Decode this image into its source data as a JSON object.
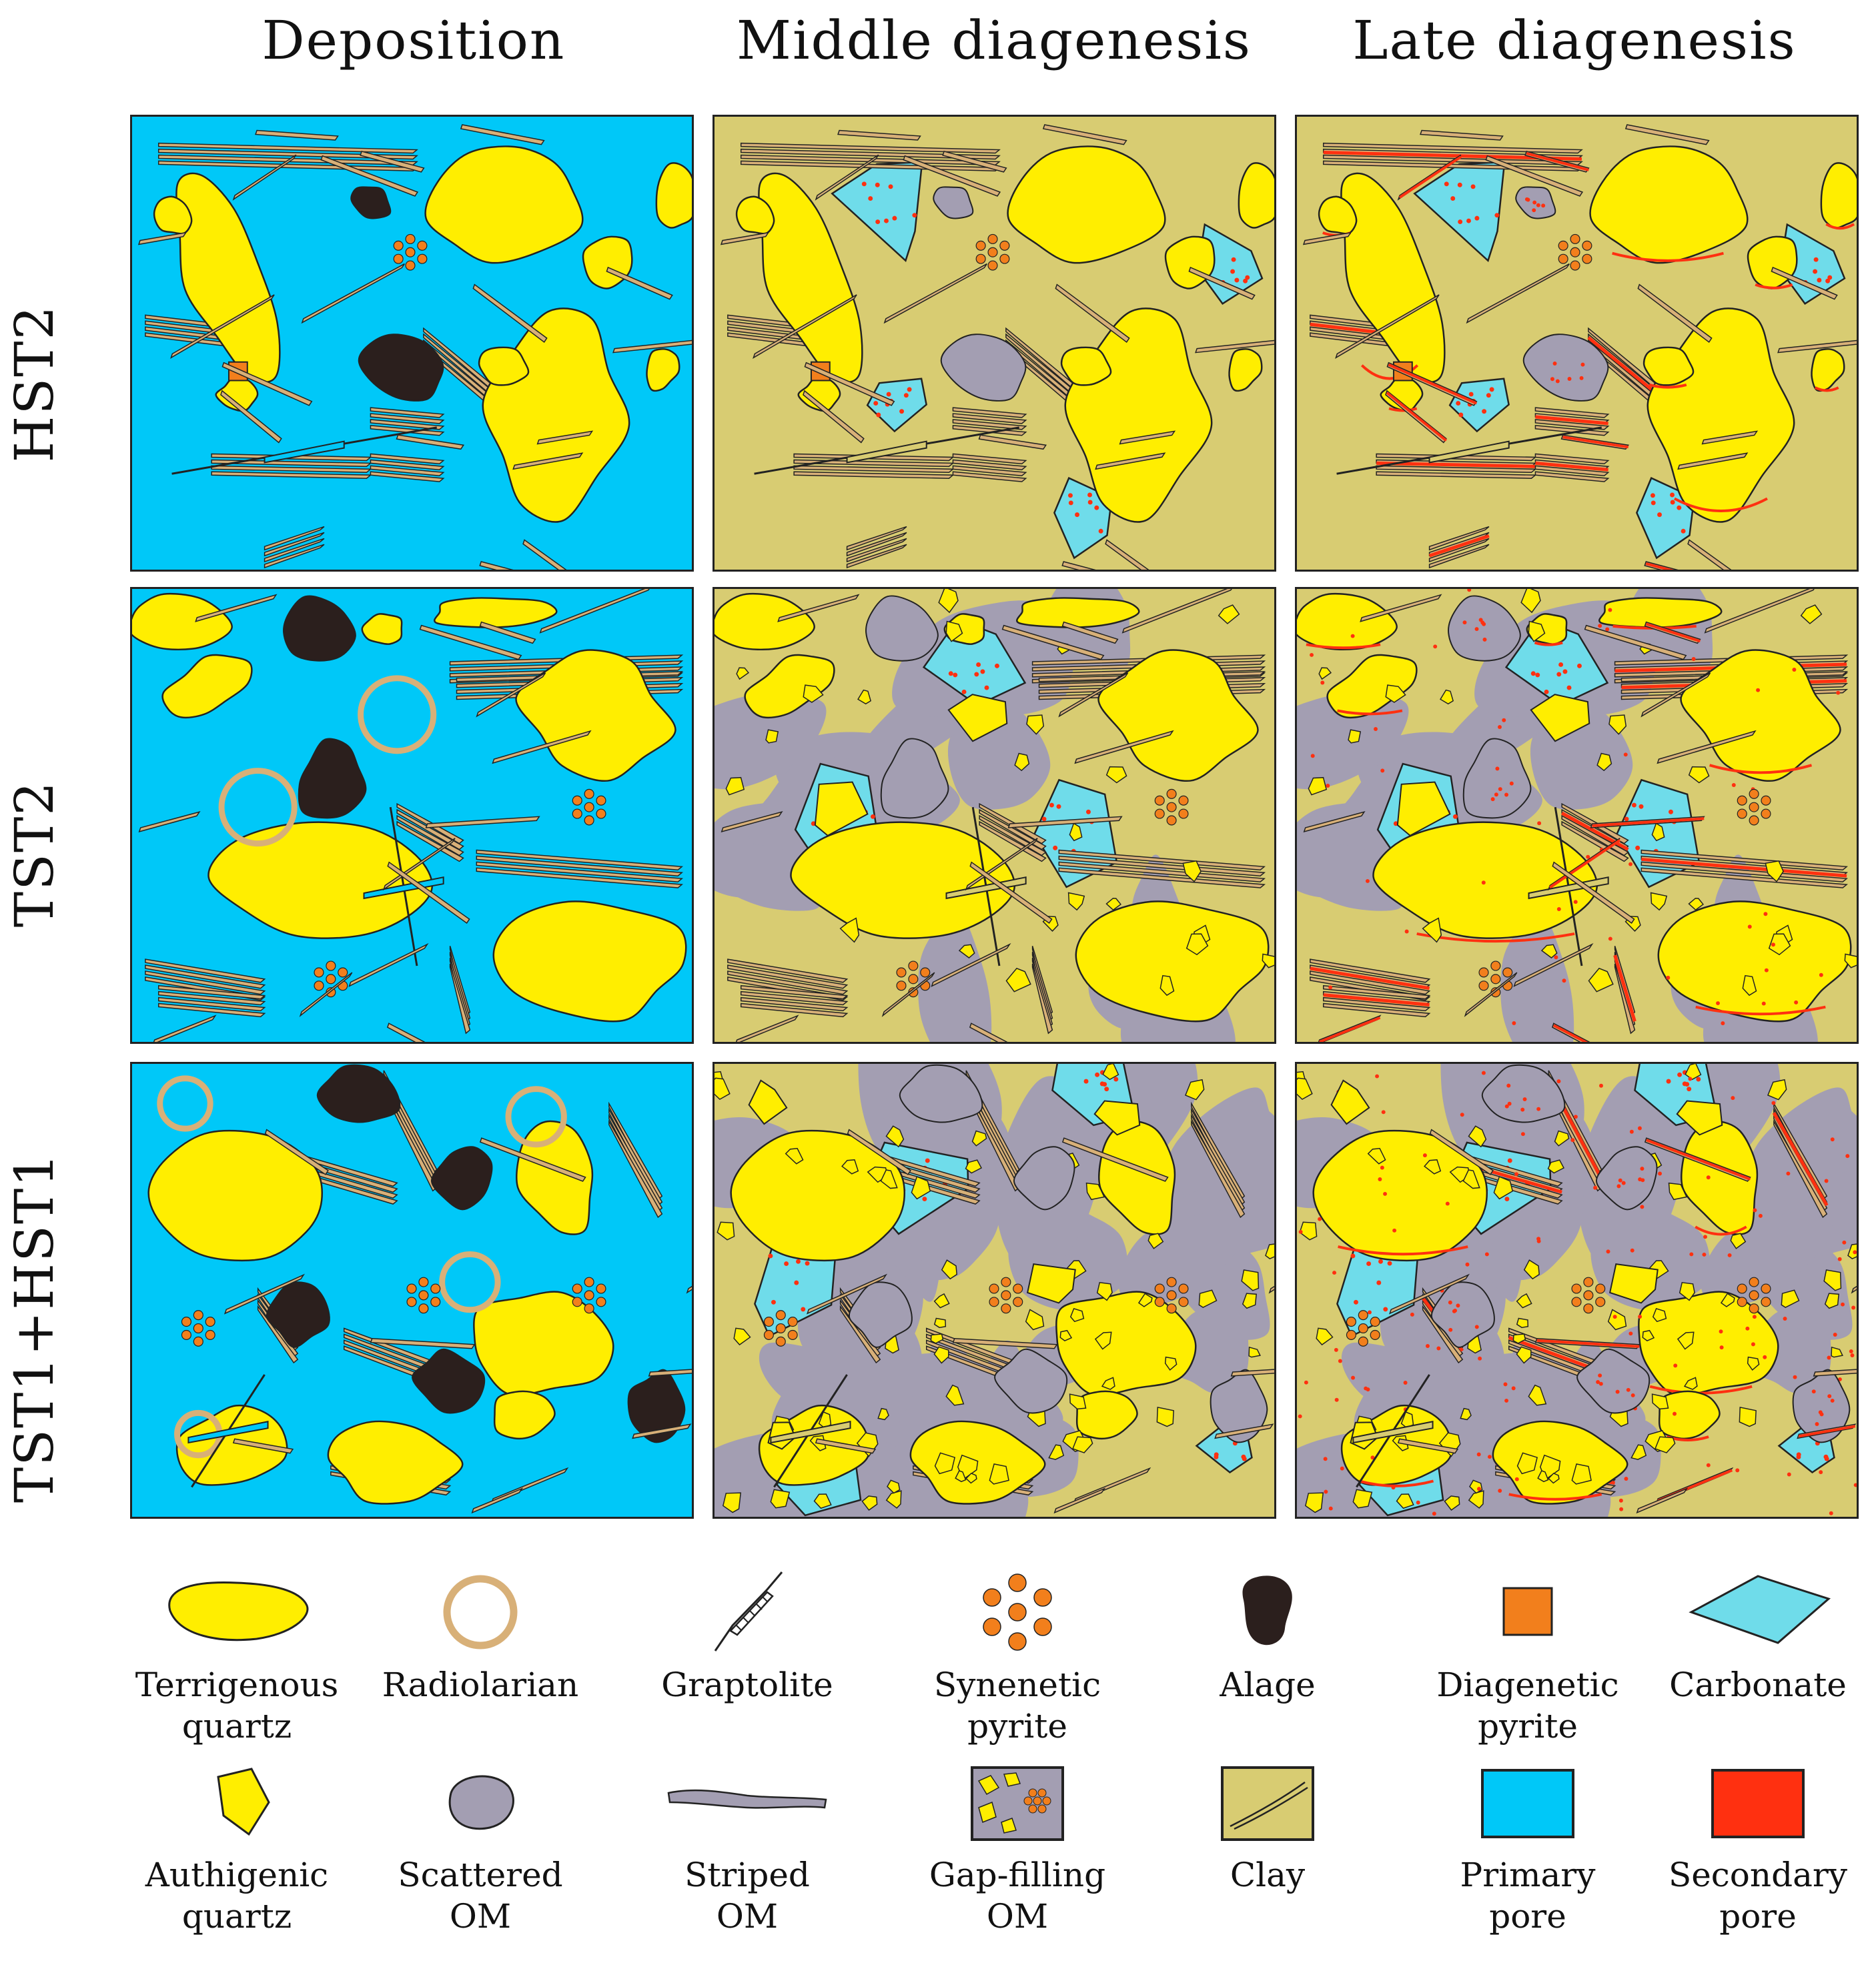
{
  "columns": [
    "Deposition",
    "Middle diagenesis",
    "Late diagenesis"
  ],
  "rows": [
    "HST2",
    "TST2",
    "TST1+HST1"
  ],
  "colors": {
    "primary_pore": "#00c8f8",
    "clay": "#d8cc72",
    "terrigenous_quartz": "#ffee00",
    "authigenic_quartz": "#ffee00",
    "carbonate": "#6fdcea",
    "scattered_om": "#a39eb2",
    "algae": "#2b1f1d",
    "radiolarian": "#d8b078",
    "synenetic_pyrite": "#f27f1c",
    "diagenetic_pyrite": "#f27f1c",
    "secondary_pore": "#ff3010",
    "outline": "#222222"
  },
  "legend": [
    {
      "key": "terrigenous-quartz",
      "icon": "terrigenous-quartz-icon",
      "label": "Terrigenous\nquartz"
    },
    {
      "key": "radiolarian",
      "icon": "radiolarian-icon",
      "label": "Radiolarian"
    },
    {
      "key": "graptolite",
      "icon": "graptolite-icon",
      "label": "Graptolite"
    },
    {
      "key": "synenetic-pyrite",
      "icon": "synenetic-pyrite-icon",
      "label": "Synenetic\npyrite"
    },
    {
      "key": "alage",
      "icon": "algae-icon",
      "label": "Alage"
    },
    {
      "key": "diagenetic-pyrite",
      "icon": "diagenetic-pyrite-icon",
      "label": "Diagenetic\npyrite"
    },
    {
      "key": "carbonate",
      "icon": "carbonate-icon",
      "label": "Carbonate"
    },
    {
      "key": "authigenic-quartz",
      "icon": "authigenic-quartz-icon",
      "label": "Authigenic\nquartz"
    },
    {
      "key": "scattered-om",
      "icon": "scattered-om-icon",
      "label": "Scattered\nOM"
    },
    {
      "key": "striped-om",
      "icon": "striped-om-icon",
      "label": "Striped\nOM"
    },
    {
      "key": "gap-filling-om",
      "icon": "gap-filling-om-icon",
      "label": "Gap-filling\nOM"
    },
    {
      "key": "clay",
      "icon": "clay-icon",
      "label": "Clay"
    },
    {
      "key": "primary-pore",
      "icon": "primary-pore-icon",
      "label": "Primary\npore"
    },
    {
      "key": "secondary-pore",
      "icon": "secondary-pore-icon",
      "label": "Secondary\npore"
    }
  ]
}
